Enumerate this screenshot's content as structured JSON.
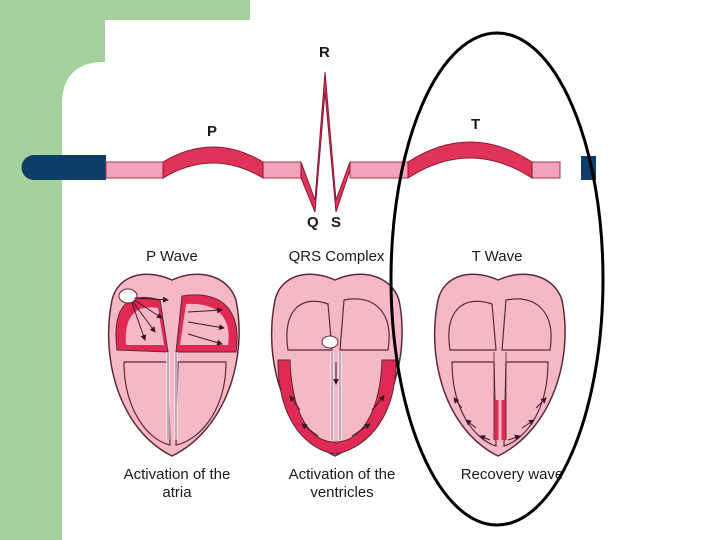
{
  "ecg": {
    "peak_p": "P",
    "peak_r": "R",
    "peak_q": "Q",
    "peak_s": "S",
    "peak_t": "T"
  },
  "panels": [
    {
      "heading": "P Wave",
      "caption_line1": "Activation of the",
      "caption_line2": "atria"
    },
    {
      "heading": "QRS Complex",
      "caption_line1": "Activation of the",
      "caption_line2": "ventricles"
    },
    {
      "heading": "T Wave",
      "caption_line1": "Recovery wave",
      "caption_line2": ""
    }
  ],
  "colors": {
    "slide_green": "#a5d29c",
    "wave_red": "#e0335a",
    "wave_pink": "#f5a3b8",
    "cable_navy": "#0e3d68",
    "heart_pink": "#f7b8c6",
    "heart_outline": "#5a2a35",
    "active_red": "#e02a55",
    "annotation_oval": "#000000"
  }
}
